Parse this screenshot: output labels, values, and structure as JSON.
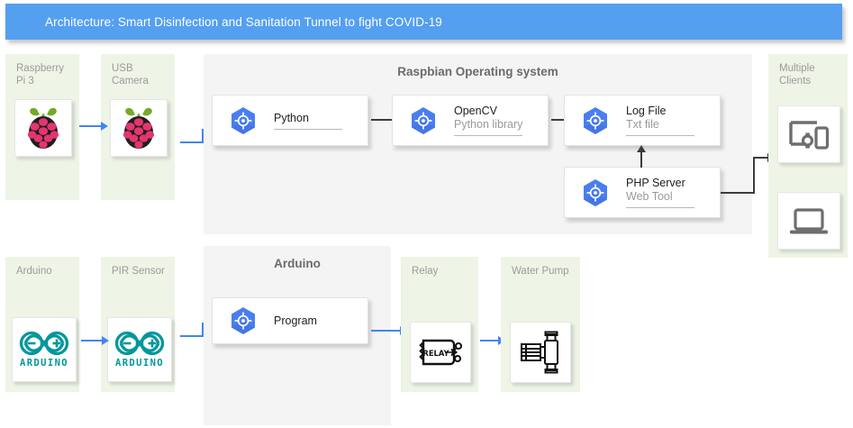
{
  "header": {
    "title": "Architecture: Smart Disinfection and Sanitation Tunnel to fight COVID-19",
    "background": "#549ff0",
    "text_color": "#ffffff"
  },
  "colors": {
    "panel_green": "#eef4e6",
    "panel_gray": "#f4f4f4",
    "accent_blue": "#4285f4",
    "arrow_dark": "#3c3c3c",
    "raspberry_pink": "#c7134f",
    "raspberry_green": "#75a928",
    "arduino_teal": "#00979c",
    "icon_gray": "#6e6e6e"
  },
  "panels": {
    "raspberry_pi": {
      "label": "Raspberry\nPi 3"
    },
    "usb_camera": {
      "label": "USB\nCamera"
    },
    "raspbian": {
      "label": "Raspbian Operating system"
    },
    "multiple_clients": {
      "label": "Multiple\nClients"
    },
    "arduino_board": {
      "label": "Arduino"
    },
    "pir_sensor": {
      "label": "PIR Sensor"
    },
    "arduino_group": {
      "label": "Arduino"
    },
    "relay": {
      "label": "Relay"
    },
    "water_pump": {
      "label": "Water Pump"
    }
  },
  "cards": [
    {
      "id": "python",
      "title": "Python",
      "subtitle": "",
      "rule": true,
      "icon": "hex-node-icon"
    },
    {
      "id": "opencv",
      "title": "OpenCV",
      "subtitle": "Python library",
      "rule": true,
      "icon": "hex-node-icon"
    },
    {
      "id": "logfile",
      "title": "Log File",
      "subtitle": "Txt file",
      "rule": true,
      "icon": "hex-node-icon"
    },
    {
      "id": "phpserver",
      "title": "PHP Server",
      "subtitle": "Web Tool",
      "rule": true,
      "icon": "hex-node-icon"
    },
    {
      "id": "program",
      "title": "Program",
      "subtitle": "",
      "rule": false,
      "icon": "hex-node-icon"
    }
  ],
  "tiles": [
    {
      "id": "rpi-tile",
      "icon": "raspberry-pi-logo-icon"
    },
    {
      "id": "camera-tile",
      "icon": "raspberry-pi-logo-icon"
    },
    {
      "id": "client-devices",
      "icon": "multi-device-icon"
    },
    {
      "id": "client-laptop",
      "icon": "laptop-icon"
    },
    {
      "id": "arduino-tile",
      "icon": "arduino-logo-icon",
      "wordmark": "ARDUINO"
    },
    {
      "id": "pir-tile",
      "icon": "arduino-logo-icon",
      "wordmark": "ARDUINO"
    },
    {
      "id": "relay-tile",
      "icon": "relay-icon",
      "wordmark": "RELAY"
    },
    {
      "id": "pump-tile",
      "icon": "water-pump-icon"
    }
  ]
}
